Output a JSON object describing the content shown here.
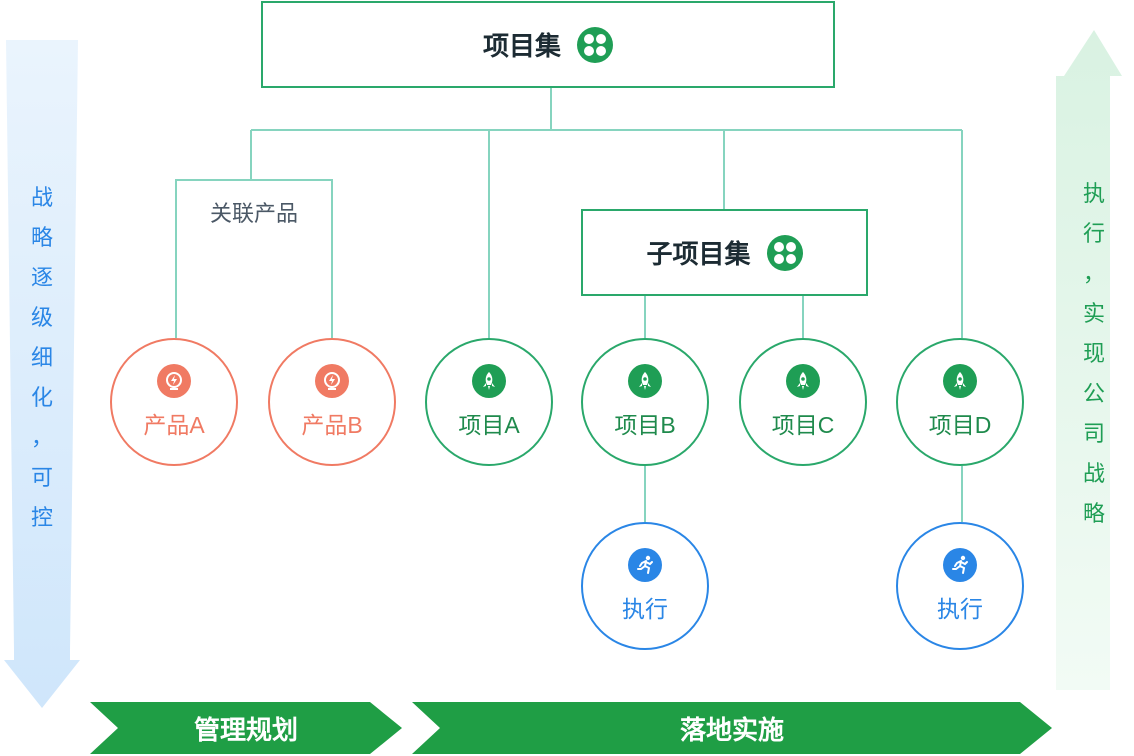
{
  "root": {
    "label": "项目集",
    "icon": "grid-icon"
  },
  "sub_root": {
    "label": "子项目集",
    "icon": "grid-icon"
  },
  "group": {
    "label": "关联产品"
  },
  "products": [
    {
      "label": "产品A",
      "icon": "lightning-icon"
    },
    {
      "label": "产品B",
      "icon": "lightning-icon"
    }
  ],
  "projects": [
    {
      "label": "项目A",
      "icon": "rocket-icon"
    },
    {
      "label": "项目B",
      "icon": "rocket-icon"
    },
    {
      "label": "项目C",
      "icon": "rocket-icon"
    },
    {
      "label": "项目D",
      "icon": "rocket-icon"
    }
  ],
  "executions": [
    {
      "label": "执行",
      "icon": "runner-icon"
    },
    {
      "label": "执行",
      "icon": "runner-icon"
    }
  ],
  "left_arrow_text": [
    "战",
    "略",
    "逐",
    "级",
    "细",
    "化",
    "，",
    "可",
    "控"
  ],
  "right_arrow_text": [
    "执",
    "行",
    "，",
    "实",
    "现",
    "公",
    "司",
    "战",
    "略"
  ],
  "banners": {
    "plan": "管理规划",
    "implement": "落地实施"
  },
  "colors": {
    "green": "#1f9e55",
    "coral": "#f07a63",
    "blue": "#2a86e6",
    "connector": "#86d4bf"
  }
}
